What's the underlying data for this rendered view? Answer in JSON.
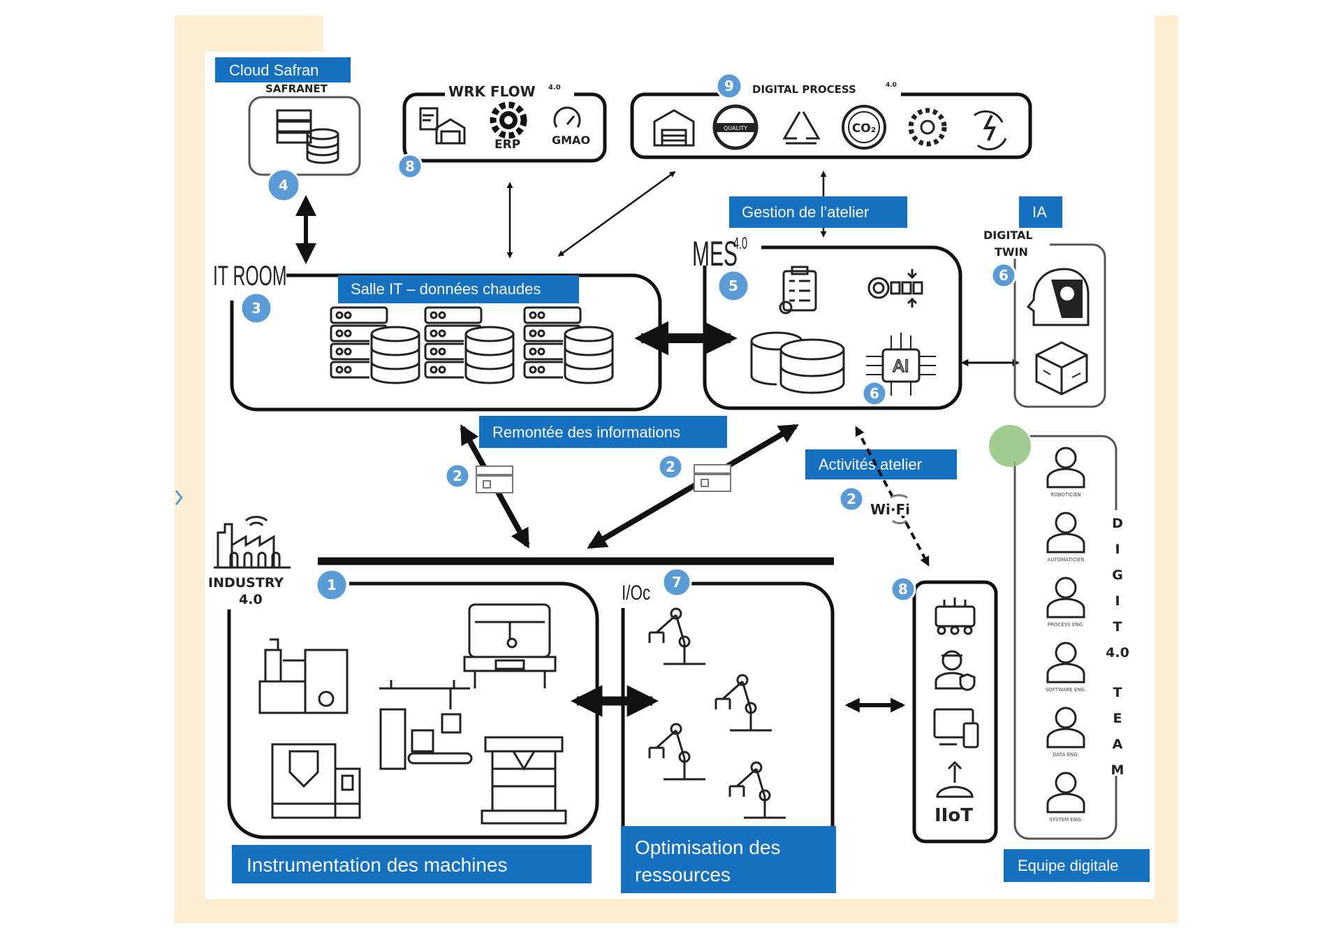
{
  "colors": {
    "label_bg": "#1670c0",
    "badge": "#5b9bd5",
    "frame": "#fdefd3",
    "team_dot": "#92c47d"
  },
  "cloud": {
    "label": "Cloud Safran",
    "title": "SAFRANET",
    "badge": "4",
    "icon": "server-database-icon"
  },
  "workflow": {
    "title": "WRK FLOW",
    "sup": "4.0",
    "badge": "8",
    "items": [
      {
        "icon": "factory-document-icon",
        "label": ""
      },
      {
        "icon": "gear-icon",
        "label": "ERP"
      },
      {
        "icon": "maintenance-gauge-icon",
        "label": "GMAO"
      }
    ]
  },
  "digital_process": {
    "title": "DIGITAL PROCESS",
    "sup": "4.0",
    "badge": "9",
    "icons": [
      "warehouse-icon",
      "quality-seal-icon",
      "recycle-icon",
      "co2-icon",
      "gear-settings-icon",
      "energy-cycle-icon"
    ],
    "quality_text": "QUALITY",
    "co2_text": "CO₂"
  },
  "it_room": {
    "title": "IT ROOM",
    "label": "Salle IT – données chaudes",
    "badge": "3"
  },
  "mes": {
    "title": "MES",
    "sup": "4.0",
    "label": "Gestion de l’atelier",
    "badge": "5",
    "ai_badge": "6",
    "ai_text": "AI"
  },
  "digital_twin": {
    "label": "IA",
    "title_line1": "DIGITAL",
    "title_line2": "TWIN",
    "badge": "6"
  },
  "flows": {
    "remontee": "Remontée des informations",
    "activites": "Activités atelier",
    "badge": "2",
    "wifi": "Wi·Fi"
  },
  "industry": {
    "title_line1": "INDUSTRY",
    "title_line2": "4.0",
    "badge": "1",
    "label": "Instrumentation des machines"
  },
  "resources": {
    "title": "I/Oc",
    "badge": "7",
    "label_line1": "Optimisation des",
    "label_line2": "ressources"
  },
  "iiot": {
    "badge": "8",
    "label": "IIoT"
  },
  "team": {
    "vertical_title": [
      "D",
      "I",
      "G",
      "I",
      "T",
      "4.0",
      "T",
      "E",
      "A",
      "M"
    ],
    "roles": [
      "ROBOTICIEN",
      "AUTOMATICIEN",
      "PROCESS ENG.",
      "SOFTWARE ENG.",
      "DATA ENG.",
      "SYSTEM ENG."
    ],
    "label": "Equipe digitale"
  }
}
